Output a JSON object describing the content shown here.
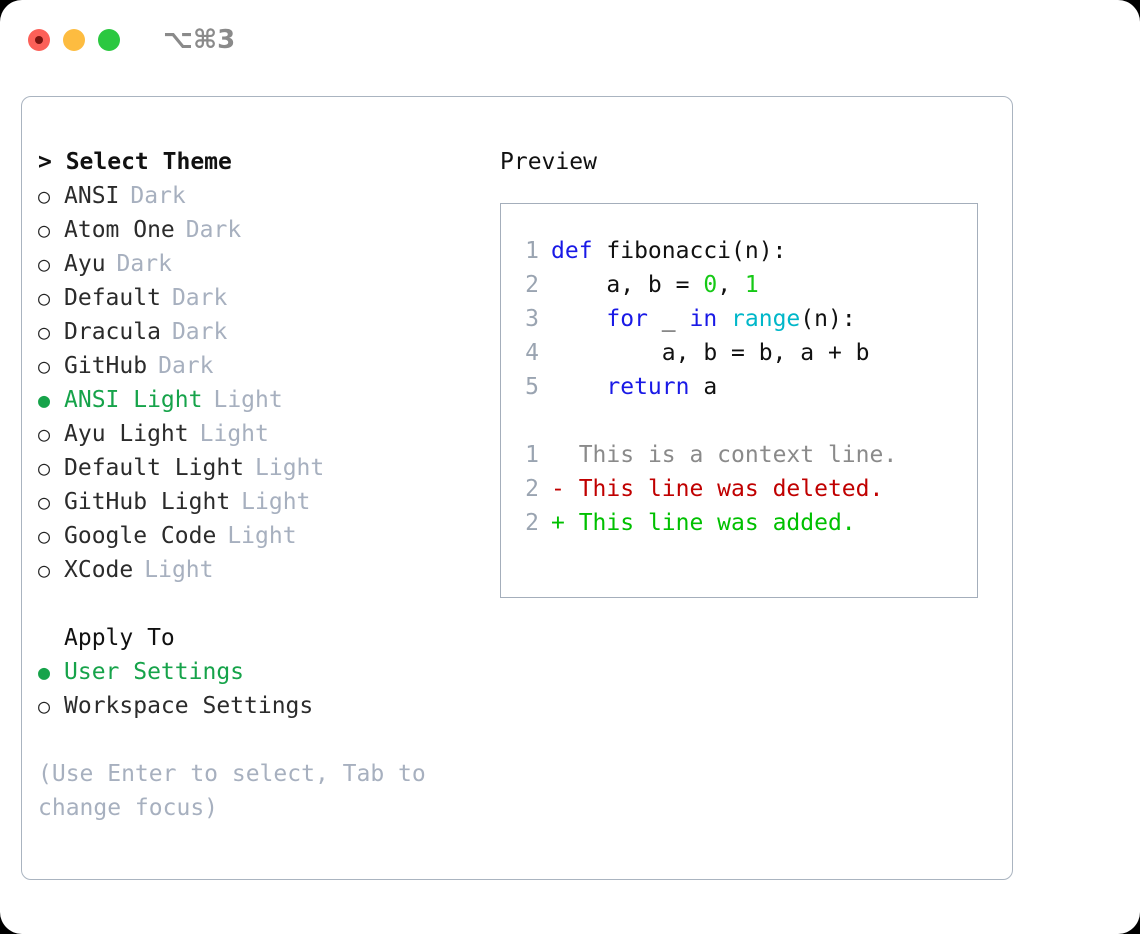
{
  "window": {
    "shortcut_label": "⌥⌘3",
    "traffic_lights": {
      "close": "close-button",
      "minimize": "minimize-button",
      "maximize": "maximize-button"
    }
  },
  "theme_list": {
    "header": "> Select Theme",
    "items": [
      {
        "bullet": "○",
        "name": "ANSI",
        "tag": "Dark",
        "selected": false
      },
      {
        "bullet": "○",
        "name": "Atom One",
        "tag": "Dark",
        "selected": false
      },
      {
        "bullet": "○",
        "name": "Ayu",
        "tag": "Dark",
        "selected": false
      },
      {
        "bullet": "○",
        "name": "Default",
        "tag": "Dark",
        "selected": false
      },
      {
        "bullet": "○",
        "name": "Dracula",
        "tag": "Dark",
        "selected": false
      },
      {
        "bullet": "○",
        "name": "GitHub",
        "tag": "Dark",
        "selected": false
      },
      {
        "bullet": "●",
        "name": "ANSI Light",
        "tag": "Light",
        "selected": true
      },
      {
        "bullet": "○",
        "name": "Ayu Light",
        "tag": "Light",
        "selected": false
      },
      {
        "bullet": "○",
        "name": "Default Light",
        "tag": "Light",
        "selected": false
      },
      {
        "bullet": "○",
        "name": "GitHub Light",
        "tag": "Light",
        "selected": false
      },
      {
        "bullet": "○",
        "name": "Google Code",
        "tag": "Light",
        "selected": false
      },
      {
        "bullet": "○",
        "name": "XCode",
        "tag": "Light",
        "selected": false
      }
    ]
  },
  "apply_to": {
    "header": "Apply To",
    "items": [
      {
        "bullet": "●",
        "name": "User Settings",
        "selected": true
      },
      {
        "bullet": "○",
        "name": "Workspace Settings",
        "selected": false
      }
    ]
  },
  "hint": "(Use Enter to select, Tab to change focus)",
  "preview": {
    "title": "Preview",
    "code_lines": [
      {
        "number": "1",
        "tokens": [
          {
            "text": "def ",
            "type": "kw"
          },
          {
            "text": "fibonacci(n):",
            "type": "id"
          }
        ]
      },
      {
        "number": "2",
        "tokens": [
          {
            "text": "    a, b = ",
            "type": "id"
          },
          {
            "text": "0",
            "type": "num"
          },
          {
            "text": ", ",
            "type": "id"
          },
          {
            "text": "1",
            "type": "num"
          }
        ]
      },
      {
        "number": "3",
        "tokens": [
          {
            "text": "    ",
            "type": "id"
          },
          {
            "text": "for",
            "type": "kw"
          },
          {
            "text": " _ ",
            "type": "id"
          },
          {
            "text": "in",
            "type": "kw"
          },
          {
            "text": " ",
            "type": "id"
          },
          {
            "text": "range",
            "type": "fn"
          },
          {
            "text": "(n):",
            "type": "id"
          }
        ]
      },
      {
        "number": "4",
        "tokens": [
          {
            "text": "        a, b = b, a + b",
            "type": "id"
          }
        ]
      },
      {
        "number": "5",
        "tokens": [
          {
            "text": "    ",
            "type": "id"
          },
          {
            "text": "return",
            "type": "kw"
          },
          {
            "text": " a",
            "type": "id"
          }
        ]
      }
    ],
    "diff_lines": [
      {
        "number": "1",
        "marker": "  ",
        "text": "This is a context line.",
        "type": "ctx"
      },
      {
        "number": "2",
        "marker": "- ",
        "text": "This line was deleted.",
        "type": "del"
      },
      {
        "number": "2",
        "marker": "+ ",
        "text": "This line was added.",
        "type": "add"
      }
    ]
  },
  "colors": {
    "accent_green": "#16a34a",
    "muted": "#a7b0bf",
    "border": "#a4aebb",
    "keyword": "#1919e6",
    "function": "#00b7c9",
    "number": "#16c916",
    "diff_delete": "#c00000",
    "diff_add": "#00c000",
    "traffic_close": "#fc6058",
    "traffic_min": "#fdbc40",
    "traffic_max": "#2bc840"
  }
}
